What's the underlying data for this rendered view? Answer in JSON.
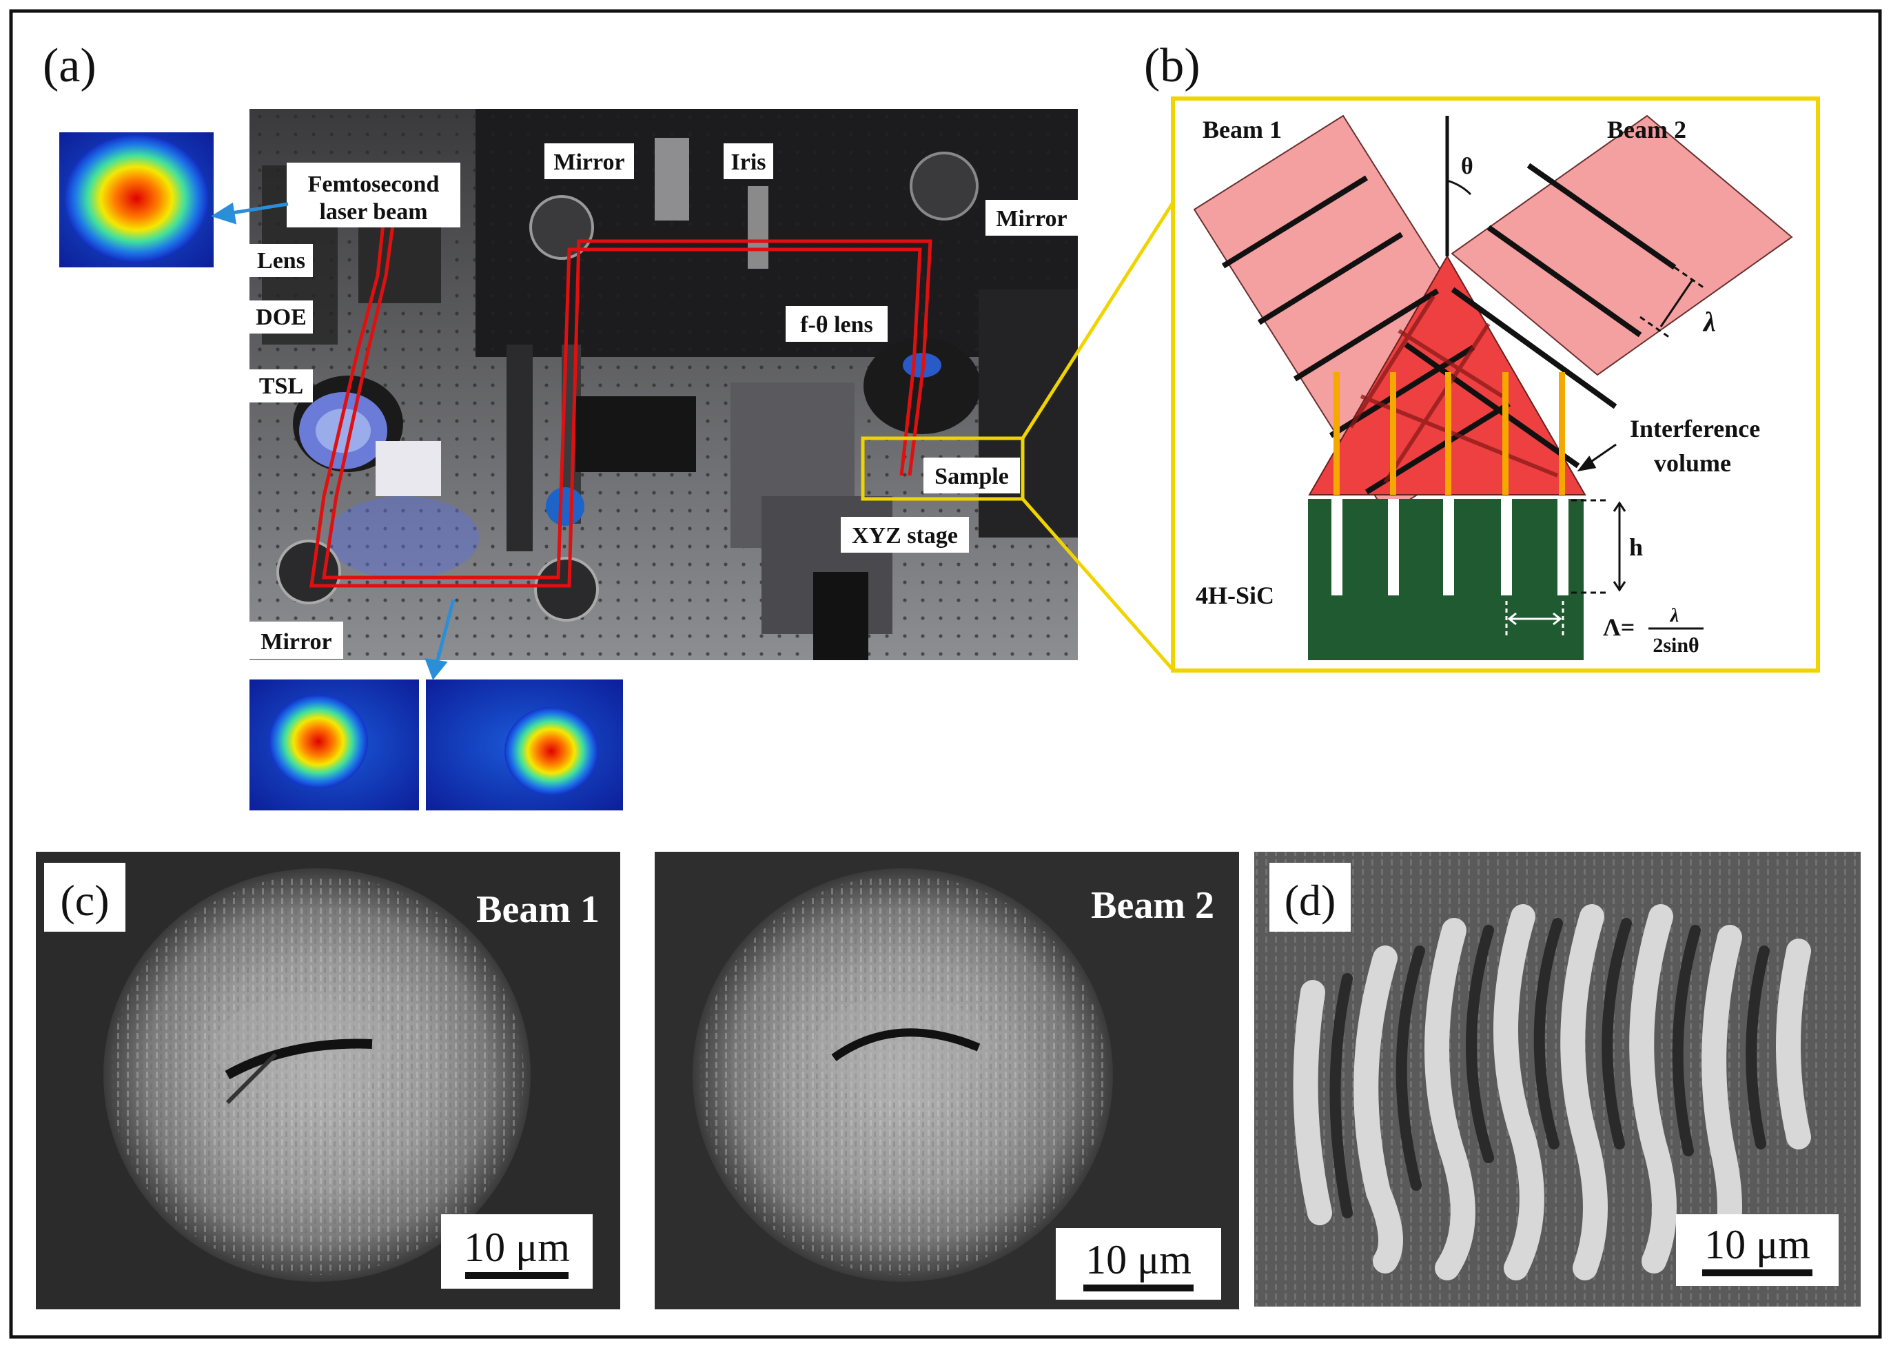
{
  "panels": {
    "a": {
      "letter": "(a)"
    },
    "b": {
      "letter": "(b)"
    },
    "c": {
      "letter": "(c)"
    },
    "d": {
      "letter": "(d)"
    }
  },
  "setup_labels": {
    "femtosecond_line1": "Femtosecond",
    "femtosecond_line2": "laser beam",
    "lens": "Lens",
    "doe": "DOE",
    "tsl": "TSL",
    "mirror_top": "Mirror",
    "iris": "Iris",
    "mirror_right": "Mirror",
    "f_theta_lens": "f-θ lens",
    "sample": "Sample",
    "xyz_stage": "XYZ stage",
    "mirror_bottom": "Mirror"
  },
  "interference_diagram": {
    "beam1": "Beam 1",
    "beam2": "Beam 2",
    "theta": "θ",
    "lambda": "λ",
    "interference_line1": "Interference",
    "interference_line2": "volume",
    "h": "h",
    "substrate": "4H-SiC",
    "period_lhs": "Λ=",
    "period_num": "λ",
    "period_den": "2sinθ"
  },
  "sem_images": {
    "beam1_label": "Beam 1",
    "beam2_label": "Beam 2",
    "scale_c1": "10 μm",
    "scale_c2": "10 μm",
    "scale_d": "10 μm"
  },
  "colors": {
    "outline": "#111111",
    "highlight_box": "#f0d400",
    "beam_fill": "#f4a0a0",
    "interference_fill": "#ee4040",
    "substrate": "#1f5a31",
    "fringe": "#f5a800",
    "laser_path": "#e01010",
    "arrow_blue": "#2a8fd8"
  }
}
